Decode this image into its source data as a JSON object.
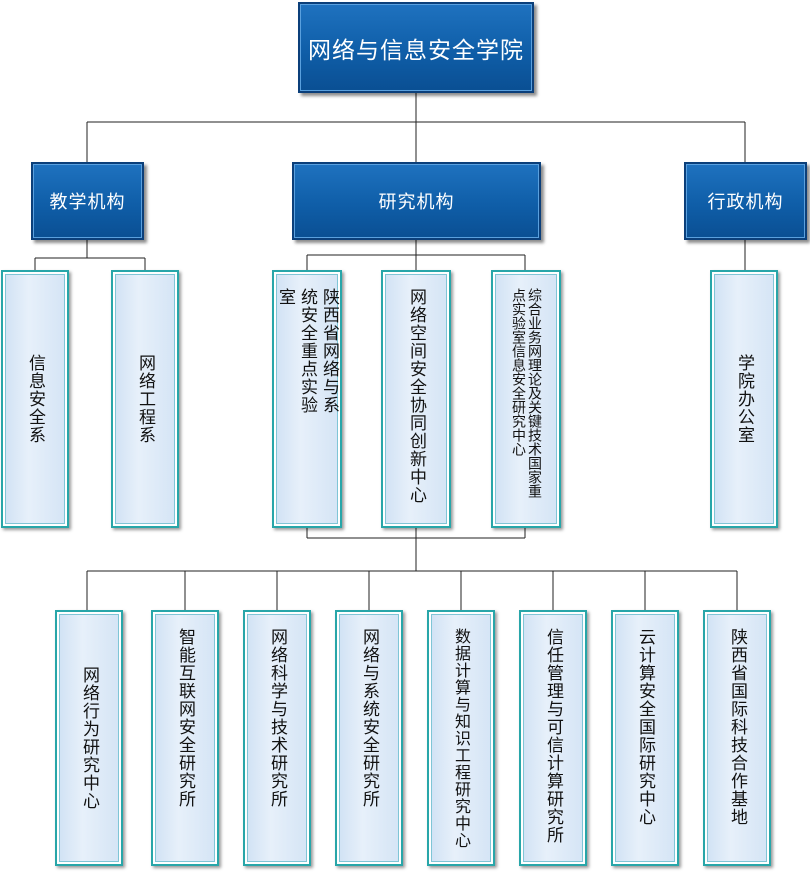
{
  "root": {
    "title": "网络与信息安全学院"
  },
  "categories": {
    "teaching": "教学机构",
    "research": "研究机构",
    "admin": "行政机构"
  },
  "teaching_units": [
    "信息安全系",
    "网络工程系"
  ],
  "research_labs": [
    "陕西省网络与系统安全重点实验室",
    "网络空间安全协同创新中心",
    "综合业务网理论及关键技术国家重点实验室信息安全研究中心"
  ],
  "admin_units": [
    "学院办公室"
  ],
  "research_centers": [
    "网络行为研究中心",
    "智能互联网安全研究所",
    "网络科学与技术研究所",
    "网络与系统安全研究所",
    "数据计算与知识工程研究中心",
    "信任管理与可信计算研究所",
    "云计算安全国际研究中心",
    "陕西省国际科技合作基地"
  ],
  "colors": {
    "primary": "#0f5ea8",
    "box_fill": "#dce9f7",
    "box_border": "#28a6a9",
    "line": "#222222"
  }
}
